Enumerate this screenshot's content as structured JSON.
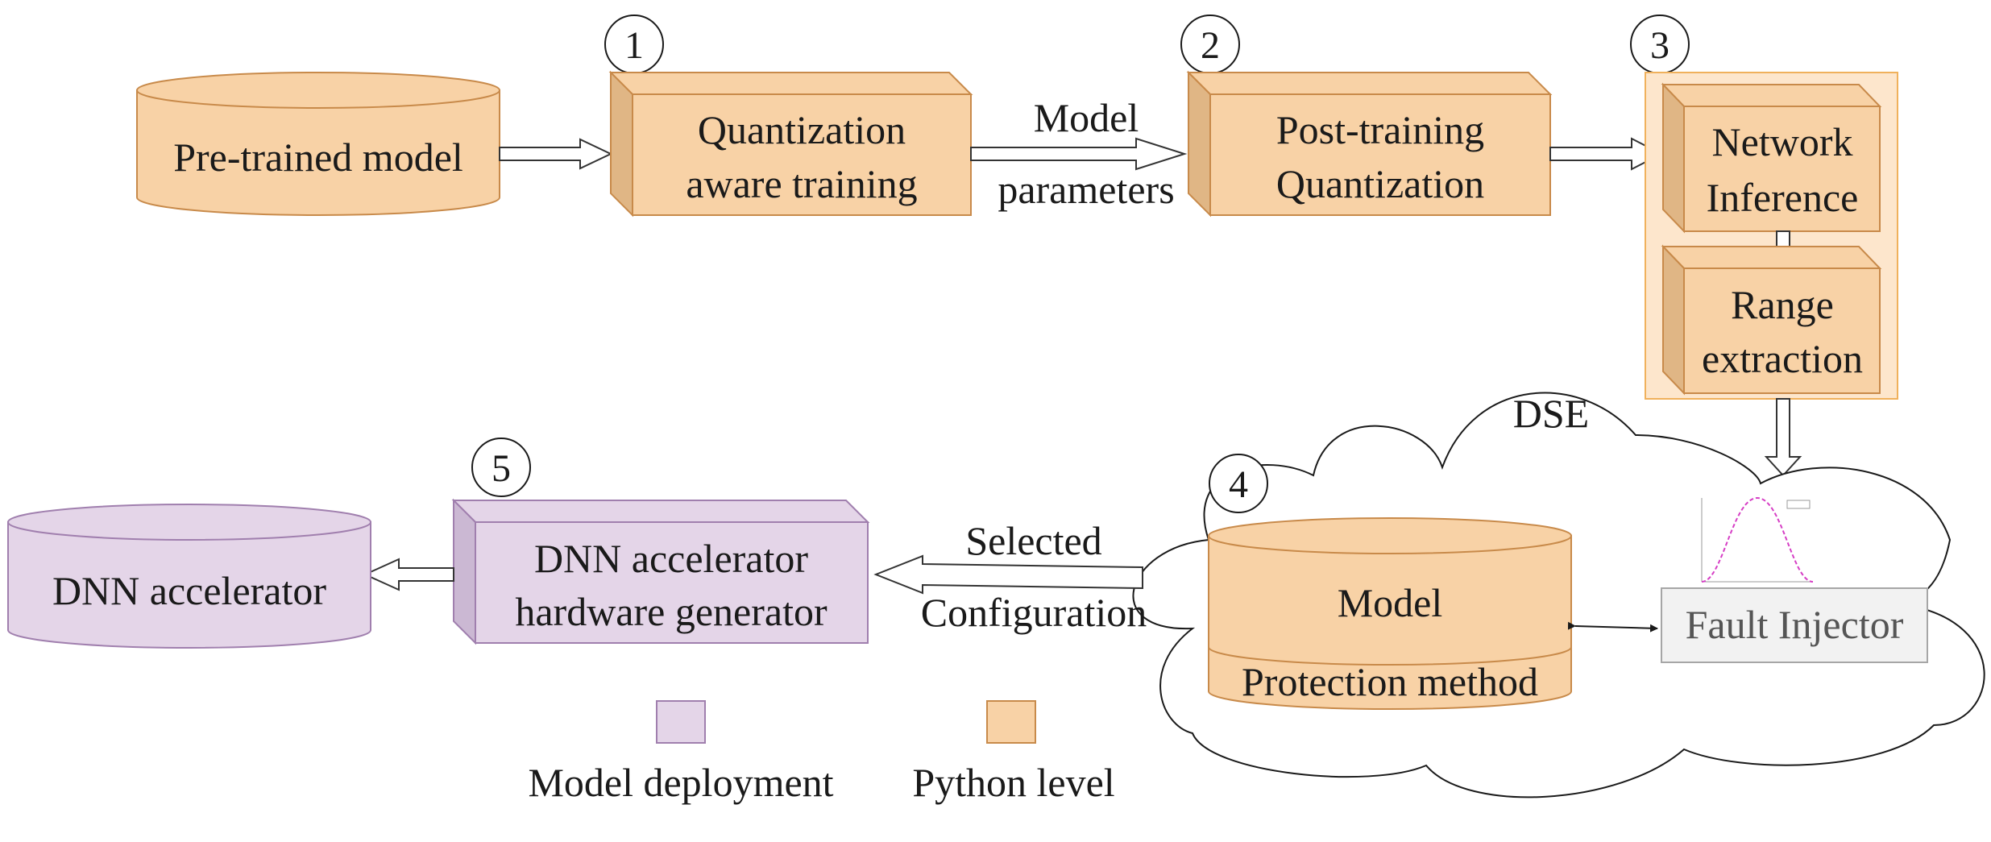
{
  "colors": {
    "python": "#f8d2a6",
    "python_side": "#e0b685",
    "python_stroke": "#c88a4a",
    "deploy": "#e4d5e8",
    "deploy_side": "#cbb8d3",
    "deploy_stroke": "#a07fae",
    "container": "#fde6cc",
    "container_stroke": "#f0b15c",
    "injector": "#f2f2f2",
    "injector_stroke": "#a6a6a6",
    "plot_curve": "#d63ec5"
  },
  "nodes": {
    "pretrained": "Pre-trained model",
    "qat_line1": "Quantization",
    "qat_line2": "aware training",
    "ptq_line1": "Post-training",
    "ptq_line2": "Quantization",
    "inference_line1": "Network",
    "inference_line2": "Inference",
    "range_line1": "Range",
    "range_line2": "extraction",
    "model": "Model",
    "protection": "Protection method",
    "fault_injector": "Fault Injector",
    "generator_line1": "DNN accelerator",
    "generator_line2": "hardware generator",
    "accelerator": "DNN accelerator"
  },
  "edges": {
    "model_params_line1": "Model",
    "model_params_line2": "parameters",
    "selected_line1": "Selected",
    "selected_line2": "Configuration"
  },
  "steps": [
    "1",
    "2",
    "3",
    "4",
    "5"
  ],
  "cloud_label": "DSE",
  "legend": {
    "deploy_label": "Model deployment",
    "python_label": "Python level"
  }
}
